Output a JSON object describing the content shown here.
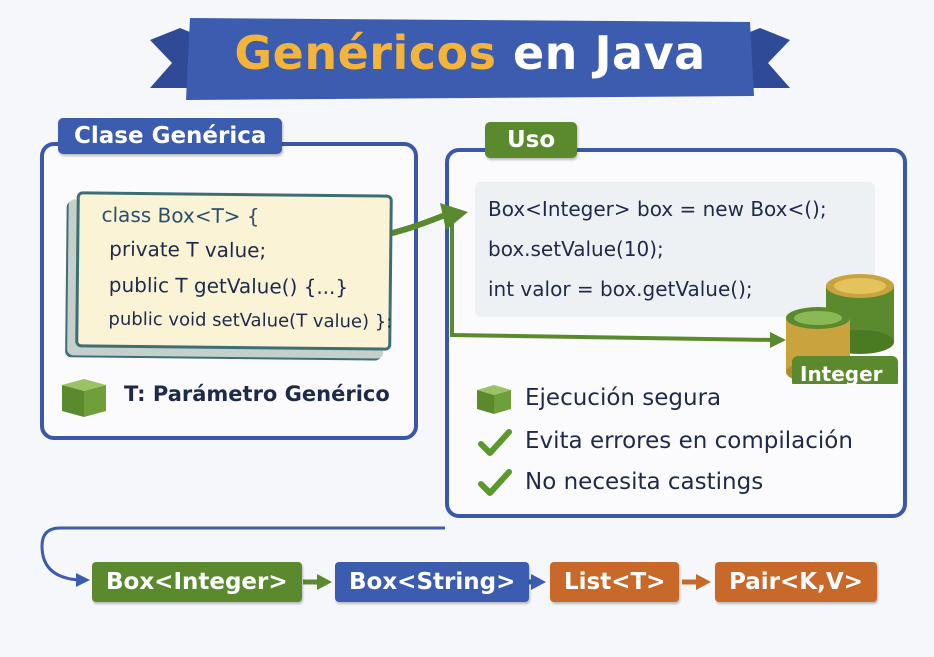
{
  "title": {
    "part1": "Genéricos",
    "part2": "en Java"
  },
  "left_panel": {
    "tag": "Clase Genérica",
    "code": [
      "class Box<T> {",
      "private T value;",
      "public T getValue() {...}",
      "public void setValue(T value) }:"
    ],
    "param_label": "T: Parámetro Genérico",
    "param_icon": "cube-icon"
  },
  "right_panel": {
    "tag": "Uso",
    "code": [
      "Box<Integer> box = new Box<();",
      "box.setValue(10);",
      "int valor = box.getValue();"
    ],
    "coin_label": "Integer",
    "benefits": [
      {
        "icon": "cube-icon",
        "text": "Ejecución segura"
      },
      {
        "icon": "check-icon",
        "text": "Evita errores en compilación"
      },
      {
        "icon": "check-icon",
        "text": "No necesita castings"
      }
    ]
  },
  "chain": [
    "Box<Integer>",
    "Box<String>",
    "List<T>",
    "Pair<K,V>"
  ],
  "colors": {
    "blue": "#3b5caf",
    "green": "#5a8a2d",
    "orange": "#c8692a",
    "title_yellow": "#f4b43c",
    "code_bg": "#fbf3d6"
  }
}
